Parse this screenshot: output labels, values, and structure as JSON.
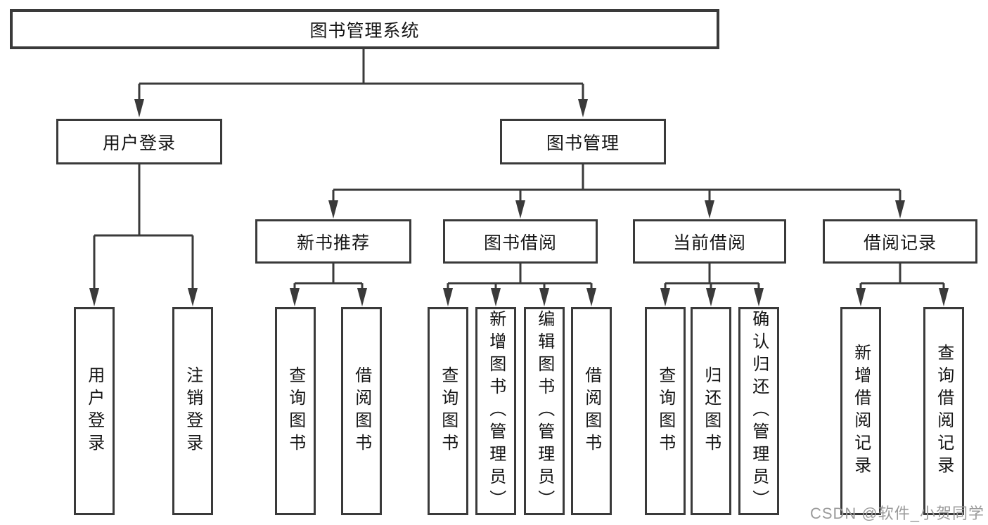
{
  "nodes": {
    "root": "图书管理系统",
    "level2": [
      "用户登录",
      "图书管理"
    ],
    "level3": [
      "新书推荐",
      "图书借阅",
      "当前借阅",
      "借阅记录"
    ],
    "leaves": {
      "user_login": [
        "用户登录",
        "注销登录"
      ],
      "new_book_recommend": [
        "查询图书",
        "借阅图书"
      ],
      "book_borrow": [
        "查询图书",
        "新增图书（管理员）",
        "编辑图书（管理员）",
        "借阅图书"
      ],
      "current_borrow": [
        "查询图书",
        "归还图书",
        "确认归还（管理员）"
      ],
      "borrow_records": [
        "新增借阅记录",
        "查询借阅记录"
      ]
    }
  },
  "watermark": {
    "text": "CSDN @软件_小贺同学"
  },
  "colors": {
    "line": "#3a3a3a",
    "box_border": "#3a3a3a",
    "text": "#151515",
    "watermark": "#9b9b9b",
    "background": "#ffffff"
  }
}
